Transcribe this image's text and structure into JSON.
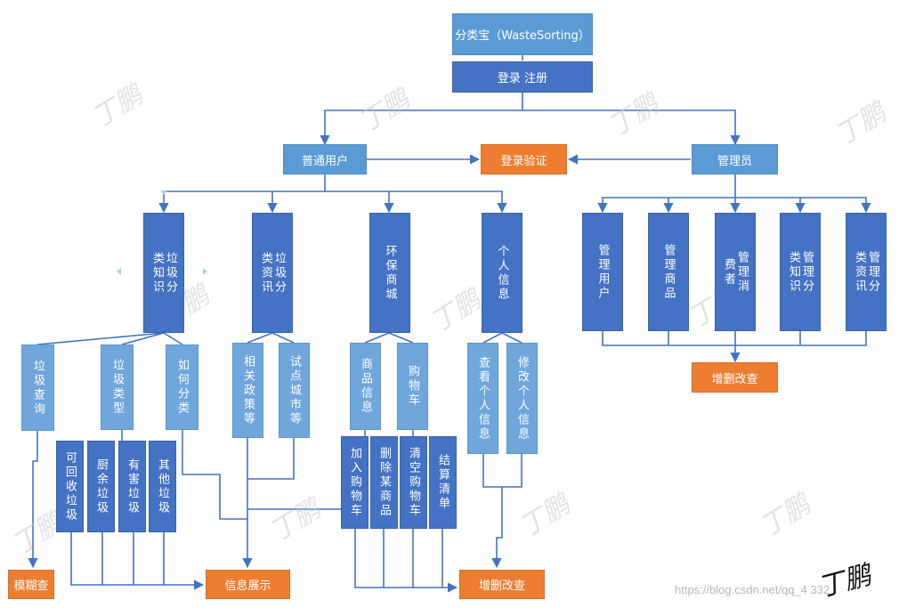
{
  "nodes": {
    "app_title": "分类宝（WasteSorting）",
    "login_register": "登录  注册",
    "normal_user": "普通用户",
    "login_verify": "登录验证",
    "admin": "管理员",
    "sorting_knowledge": "垃圾分类知识",
    "sorting_news": "垃圾分类资讯",
    "eco_mall": "环保商城",
    "personal_info": "个人信息",
    "manage_users": "管理用户",
    "manage_goods": "管理商品",
    "manage_consumers": "管理消费者",
    "manage_knowledge": "管理分类知识",
    "manage_news": "管理分类资讯",
    "admin_crud": "增删改查",
    "garbage_query": "垃圾查询",
    "garbage_types": "垃圾类型",
    "how_to_sort": "如何分类",
    "related_policy": "相关政策等",
    "pilot_cities": "试点城市等",
    "goods_info": "商品信息",
    "cart": "购物车",
    "view_personal_info": "查看个人信息",
    "edit_personal_info": "修改个人信息",
    "recyclable": "可回收垃圾",
    "kitchen_waste": "厨余垃圾",
    "hazardous": "有害垃圾",
    "other_waste": "其他垃圾",
    "add_to_cart": "加入购物车",
    "delete_item": "删除某商品",
    "clear_cart": "清空购物车",
    "checkout": "结算清单",
    "fuzzy_search": "模糊查",
    "info_display": "信息展示",
    "user_crud": "增删改查"
  },
  "watermark_text": "丁鹏",
  "site_url": "https://blog.csdn.net/qq_4     332",
  "colors": {
    "dark_blue": "#4472c4",
    "mid_blue": "#5b9bd5",
    "light_blue": "#6fa6dc",
    "orange": "#ed7d31",
    "connector": "#4472c4"
  }
}
